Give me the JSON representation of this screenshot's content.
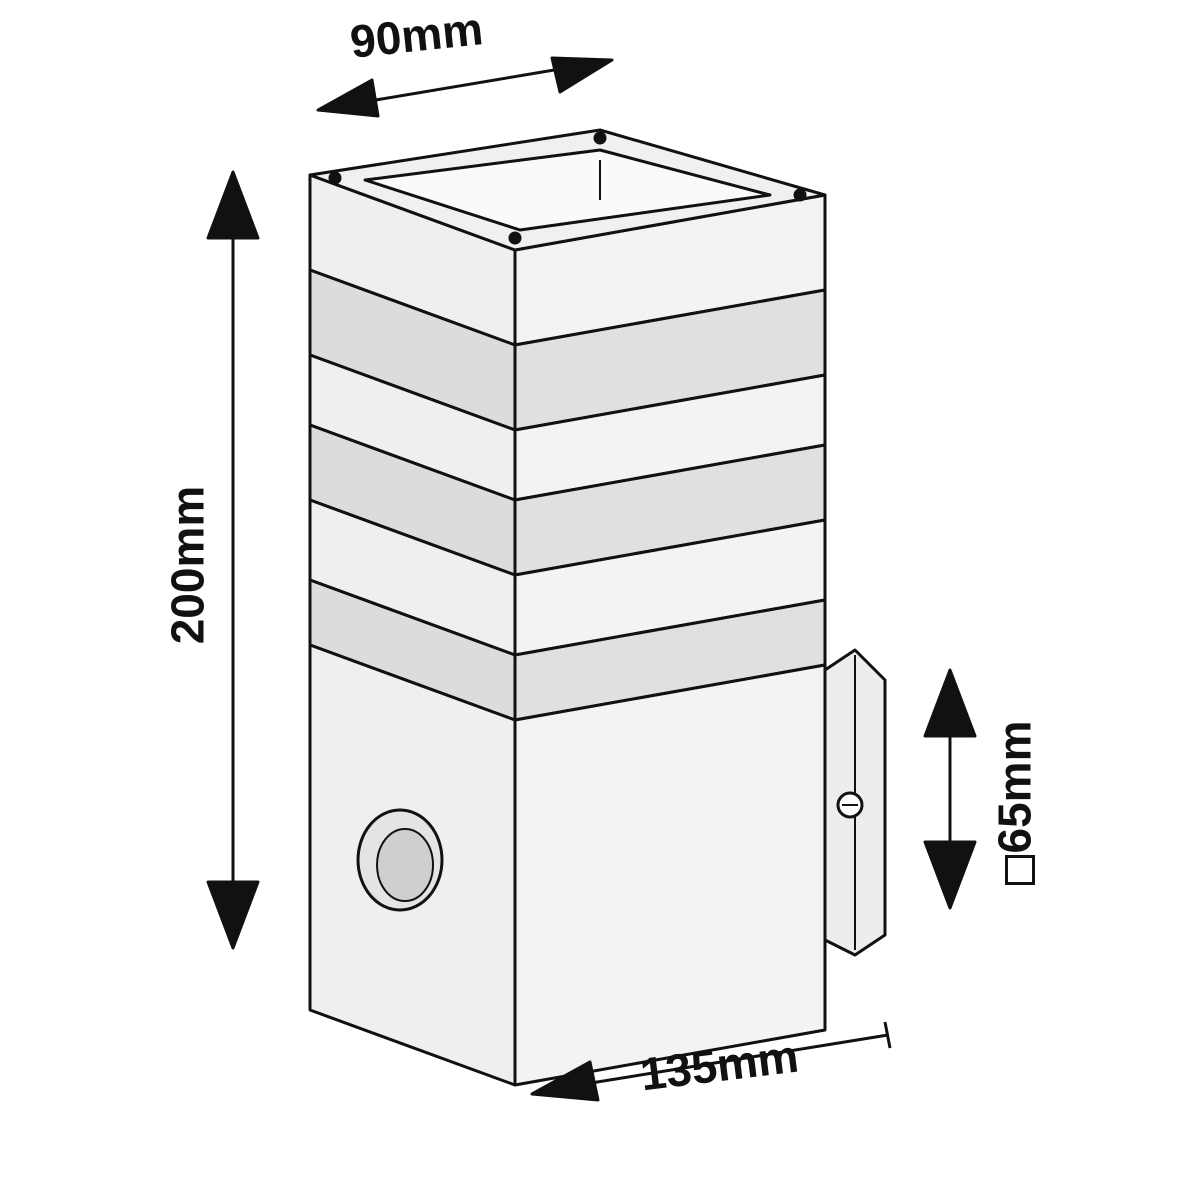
{
  "title": "Wall lamp dimension drawing",
  "dimensions": {
    "width": "90mm",
    "height": "200mm",
    "mount_plate": "65mm",
    "mount_plate_symbol": "square",
    "depth": "135mm"
  },
  "colors": {
    "line": "#111111",
    "body": "#efefef",
    "glass": "#dcdcdc"
  }
}
